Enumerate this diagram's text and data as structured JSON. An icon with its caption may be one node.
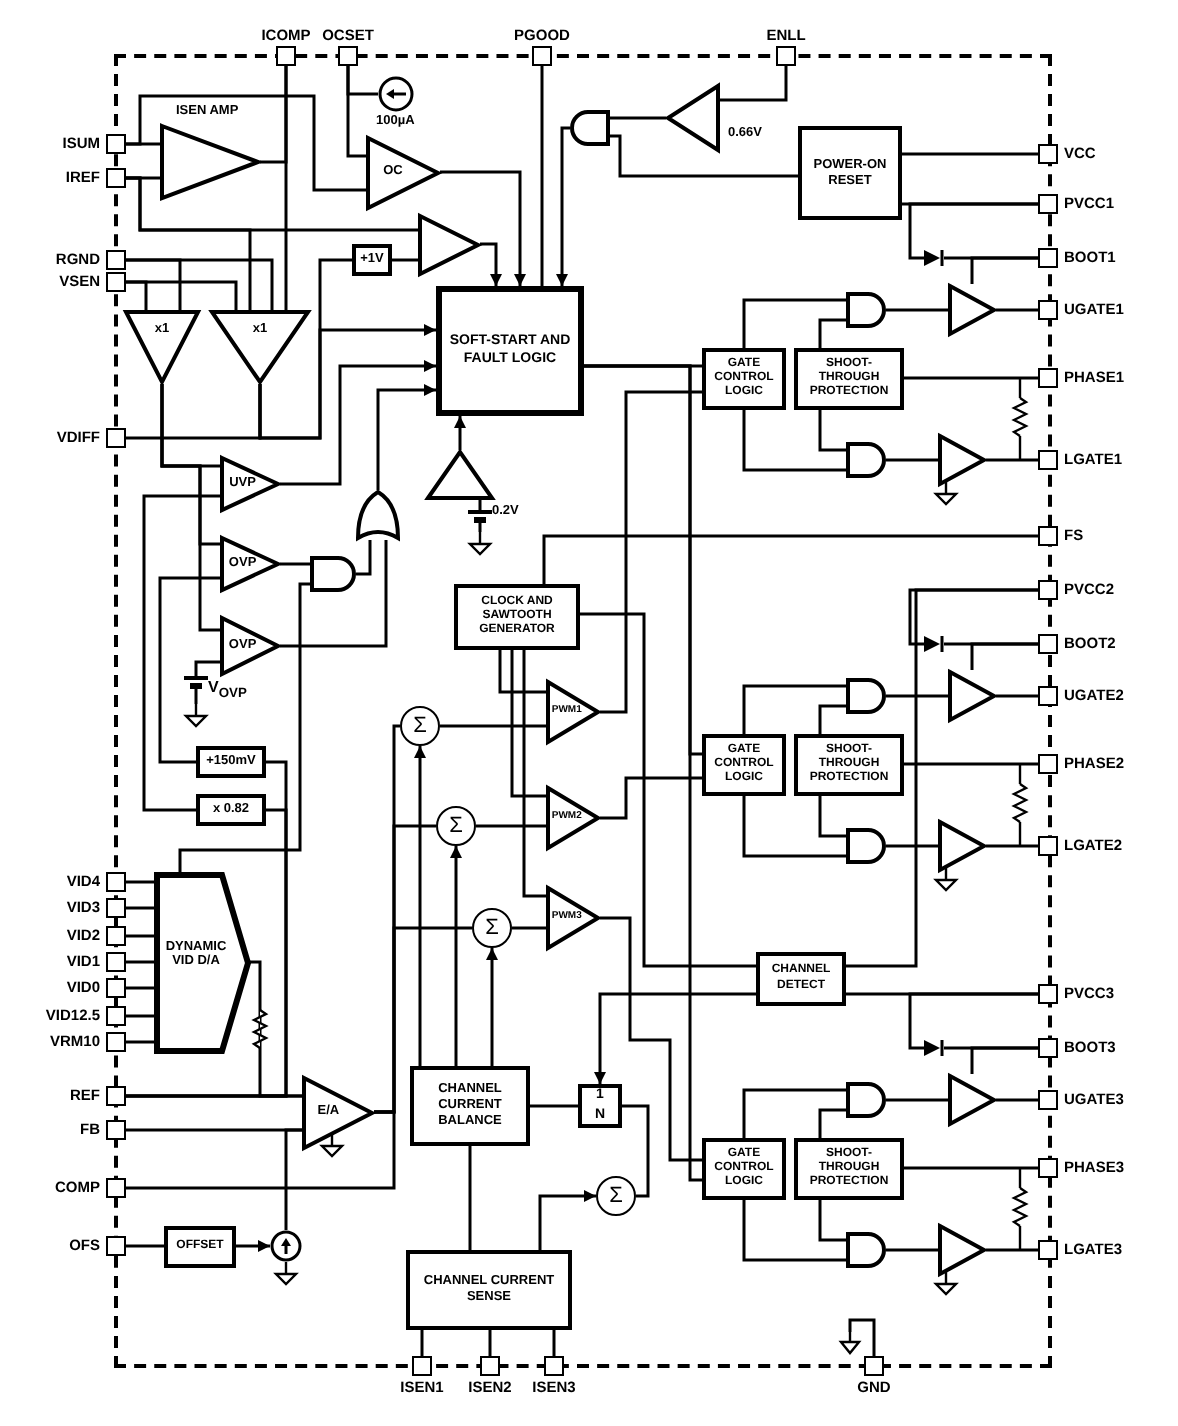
{
  "diagram": {
    "nodes": [
      {
        "text": [
          "ICOMP"
        ]
      },
      {
        "text": [
          "OCSET"
        ]
      },
      {
        "text": [
          "PGOOD"
        ]
      },
      {
        "text": [
          "ENLL"
        ]
      },
      {
        "text": [
          "ISUM"
        ]
      },
      {
        "text": [
          "IREF"
        ]
      },
      {
        "text": [
          "RGND"
        ]
      },
      {
        "text": [
          "VSEN"
        ]
      },
      {
        "text": [
          "VDIFF"
        ]
      },
      {
        "text": [
          "VID4"
        ]
      },
      {
        "text": [
          "VID3"
        ]
      },
      {
        "text": [
          "VID2"
        ]
      },
      {
        "text": [
          "VID1"
        ]
      },
      {
        "text": [
          "VID0"
        ]
      },
      {
        "text": [
          "VID12.5"
        ]
      },
      {
        "text": [
          "VRM10"
        ]
      },
      {
        "text": [
          "REF"
        ]
      },
      {
        "text": [
          "FB"
        ]
      },
      {
        "text": [
          "COMP"
        ]
      },
      {
        "text": [
          "OFS"
        ]
      },
      {
        "text": [
          "VCC"
        ]
      },
      {
        "text": [
          "PVCC1"
        ]
      },
      {
        "text": [
          "BOOT1"
        ]
      },
      {
        "text": [
          "UGATE1"
        ]
      },
      {
        "text": [
          "PHASE1"
        ]
      },
      {
        "text": [
          "LGATE1"
        ]
      },
      {
        "text": [
          "FS"
        ]
      },
      {
        "text": [
          "PVCC2"
        ]
      },
      {
        "text": [
          "BOOT2"
        ]
      },
      {
        "text": [
          "UGATE2"
        ]
      },
      {
        "text": [
          "PHASE2"
        ]
      },
      {
        "text": [
          "LGATE2"
        ]
      },
      {
        "text": [
          "PVCC3"
        ]
      },
      {
        "text": [
          "BOOT3"
        ]
      },
      {
        "text": [
          "UGATE3"
        ]
      },
      {
        "text": [
          "PHASE3"
        ]
      },
      {
        "text": [
          "LGATE3"
        ]
      },
      {
        "text": [
          "ISEN1"
        ]
      },
      {
        "text": [
          "ISEN2"
        ]
      },
      {
        "text": [
          "ISEN3"
        ]
      },
      {
        "text": [
          "GND"
        ]
      },
      {
        "text": [
          "ISEN AMP"
        ]
      },
      {
        "text": [],
        "shape": "circle",
        "beside": [
          "100µA"
        ]
      },
      {
        "text": [
          "OC"
        ]
      },
      {
        "text": [
          "+1V"
        ]
      },
      {
        "text": [],
        "shape": "triangle"
      },
      {
        "text": [
          "x1"
        ]
      },
      {
        "text": [
          "x1"
        ]
      },
      {
        "text": [
          "SOFT-START AND FAULT LOGIC"
        ]
      },
      {
        "text": [],
        "shape": "gate"
      },
      {
        "text": [],
        "shape": "triangle",
        "beside": [
          "0.66V"
        ]
      },
      {
        "text": [
          "POWER-ON RESET"
        ]
      },
      {
        "text": [
          "UVP"
        ]
      },
      {
        "text": [
          "OVP"
        ]
      },
      {
        "text": [
          "OVP"
        ]
      },
      {
        "text": [],
        "shape": "gate"
      },
      {
        "text": [],
        "shape": "gate"
      },
      {
        "text": [],
        "shape": "triangle",
        "beside": [
          "0.2V"
        ]
      },
      {
        "text": [
          "CLOCK AND SAWTOOTH GENERATOR"
        ]
      },
      {
        "text": [
          "Σ"
        ]
      },
      {
        "text": [
          "PWM1"
        ]
      },
      {
        "text": [
          "Σ"
        ]
      },
      {
        "text": [
          "PWM2"
        ]
      },
      {
        "text": [
          "Σ"
        ]
      },
      {
        "text": [
          "PWM3"
        ]
      },
      {
        "text": [
          "+150mV"
        ]
      },
      {
        "text": [
          "x 0.82"
        ]
      },
      {
        "text": [
          "DYNAMIC VID D/A"
        ]
      },
      {
        "text": [
          "E/A"
        ]
      },
      {
        "text": [
          "OFFSET"
        ]
      },
      {
        "text": [],
        "shape": "circle"
      },
      {
        "text": [
          "CHANNEL CURRENT BALANCE"
        ]
      },
      {
        "text": [
          "1",
          "N"
        ]
      },
      {
        "text": [
          "Σ"
        ]
      },
      {
        "text": [
          "CHANNEL CURRENT SENSE"
        ]
      },
      {
        "text": [
          "CHANNEL DETECT"
        ]
      },
      {
        "text": [
          "GATE CONTROL LOGIC"
        ]
      },
      {
        "text": [
          "SHOOT-THROUGH PROTECTION"
        ]
      },
      {
        "text": [],
        "shape": "gate"
      },
      {
        "text": [],
        "shape": "gate"
      },
      {
        "text": [],
        "shape": "triangle"
      },
      {
        "text": [],
        "shape": "triangle"
      },
      {
        "text": [
          "GATE CONTROL LOGIC"
        ]
      },
      {
        "text": [
          "SHOOT-THROUGH PROTECTION"
        ]
      },
      {
        "text": [],
        "shape": "gate"
      },
      {
        "text": [],
        "shape": "gate"
      },
      {
        "text": [],
        "shape": "triangle"
      },
      {
        "text": [],
        "shape": "triangle"
      },
      {
        "text": [
          "GATE CONTROL LOGIC"
        ]
      },
      {
        "text": [
          "SHOOT-THROUGH PROTECTION"
        ]
      },
      {
        "text": [],
        "shape": "gate"
      },
      {
        "text": [],
        "shape": "gate"
      },
      {
        "text": [],
        "shape": "triangle"
      },
      {
        "text": [],
        "shape": "triangle"
      },
      {
        "text": [],
        "shape": "diode"
      },
      {
        "text": [],
        "shape": "diode"
      },
      {
        "text": [],
        "shape": "diode"
      },
      {
        "text": [],
        "shape": "ground"
      }
    ],
    "edges": [
      {
        "from": 4,
        "to": 41,
        "arrow": "none"
      },
      {
        "from": 5,
        "to": 41,
        "arrow": "none"
      },
      {
        "from": 41,
        "to": 0,
        "arrow": "none"
      },
      {
        "from": 0,
        "to": 47,
        "arrow": "none"
      },
      {
        "from": 4,
        "to": 43,
        "arrow": "none"
      },
      {
        "from": 1,
        "to": 43,
        "arrow": "none"
      },
      {
        "from": 42,
        "to": 1,
        "arrow": "none"
      },
      {
        "from": 43,
        "to": 48,
        "arrow": "to"
      },
      {
        "from": 45,
        "to": 48,
        "arrow": "to"
      },
      {
        "from": 48,
        "to": 2,
        "arrow": "none"
      },
      {
        "from": 49,
        "to": 48,
        "arrow": "to"
      },
      {
        "from": 5,
        "to": 45,
        "arrow": "none"
      },
      {
        "from": 44,
        "to": 45,
        "arrow": "none"
      },
      {
        "from": 47,
        "to": 8,
        "arrow": "none"
      },
      {
        "from": 47,
        "to": 44,
        "arrow": "none"
      },
      {
        "from": 47,
        "to": 48,
        "arrow": "to"
      },
      {
        "from": 6,
        "to": 46,
        "arrow": "none"
      },
      {
        "from": 6,
        "to": 47,
        "arrow": "none"
      },
      {
        "from": 7,
        "to": 46,
        "arrow": "none"
      },
      {
        "from": 7,
        "to": 47,
        "arrow": "none"
      },
      {
        "from": 5,
        "to": 47,
        "arrow": "none"
      },
      {
        "from": 46,
        "to": 52,
        "arrow": "none"
      },
      {
        "from": 46,
        "to": 53,
        "arrow": "none"
      },
      {
        "from": 46,
        "to": 54,
        "arrow": "none"
      },
      {
        "from": 66,
        "to": 52,
        "arrow": "none"
      },
      {
        "from": 65,
        "to": 53,
        "arrow": "none"
      },
      {
        "from": 52,
        "to": 48,
        "arrow": "to"
      },
      {
        "from": 53,
        "to": 55,
        "arrow": "none"
      },
      {
        "from": 54,
        "to": 56,
        "arrow": "none"
      },
      {
        "from": 55,
        "to": 56,
        "arrow": "none"
      },
      {
        "from": 56,
        "to": 48,
        "arrow": "to"
      },
      {
        "from": 57,
        "to": 48,
        "arrow": "to"
      },
      {
        "from": 67,
        "to": 55,
        "arrow": "none"
      },
      {
        "from": 9,
        "to": 67,
        "arrow": "none"
      },
      {
        "from": 10,
        "to": 67,
        "arrow": "none"
      },
      {
        "from": 11,
        "to": 67,
        "arrow": "none"
      },
      {
        "from": 12,
        "to": 67,
        "arrow": "none"
      },
      {
        "from": 13,
        "to": 67,
        "arrow": "none"
      },
      {
        "from": 14,
        "to": 67,
        "arrow": "none"
      },
      {
        "from": 15,
        "to": 67,
        "arrow": "none"
      },
      {
        "from": 67,
        "to": 68,
        "arrow": "none"
      },
      {
        "from": 16,
        "to": 68,
        "arrow": "none"
      },
      {
        "from": 17,
        "to": 68,
        "arrow": "none"
      },
      {
        "from": 16,
        "to": 65,
        "arrow": "none"
      },
      {
        "from": 16,
        "to": 66,
        "arrow": "none"
      },
      {
        "from": 68,
        "to": 18,
        "arrow": "none"
      },
      {
        "from": 68,
        "to": 59,
        "arrow": "none"
      },
      {
        "from": 68,
        "to": 61,
        "arrow": "none"
      },
      {
        "from": 68,
        "to": 63,
        "arrow": "none"
      },
      {
        "from": 19,
        "to": 69,
        "arrow": "none"
      },
      {
        "from": 69,
        "to": 70,
        "arrow": "to"
      },
      {
        "from": 70,
        "to": 68,
        "arrow": "none"
      },
      {
        "from": 71,
        "to": 59,
        "arrow": "to"
      },
      {
        "from": 71,
        "to": 61,
        "arrow": "to"
      },
      {
        "from": 71,
        "to": 63,
        "arrow": "to"
      },
      {
        "from": 59,
        "to": 60,
        "arrow": "none"
      },
      {
        "from": 61,
        "to": 62,
        "arrow": "none"
      },
      {
        "from": 63,
        "to": 64,
        "arrow": "none"
      },
      {
        "from": 58,
        "to": 60,
        "arrow": "none"
      },
      {
        "from": 58,
        "to": 62,
        "arrow": "none"
      },
      {
        "from": 58,
        "to": 64,
        "arrow": "none"
      },
      {
        "from": 26,
        "to": 58,
        "arrow": "none"
      },
      {
        "from": 58,
        "to": 75,
        "arrow": "none"
      },
      {
        "from": 60,
        "to": 76,
        "arrow": "none"
      },
      {
        "from": 62,
        "to": 82,
        "arrow": "none"
      },
      {
        "from": 64,
        "to": 88,
        "arrow": "none"
      },
      {
        "from": 48,
        "to": 76,
        "arrow": "none"
      },
      {
        "from": 48,
        "to": 82,
        "arrow": "none"
      },
      {
        "from": 48,
        "to": 88,
        "arrow": "none"
      },
      {
        "from": 75,
        "to": 72,
        "arrow": "to"
      },
      {
        "from": 27,
        "to": 75,
        "arrow": "none"
      },
      {
        "from": 32,
        "to": 75,
        "arrow": "none"
      },
      {
        "from": 71,
        "to": 72,
        "arrow": "none"
      },
      {
        "from": 72,
        "to": 73,
        "arrow": "none"
      },
      {
        "from": 74,
        "to": 73,
        "arrow": "to"
      },
      {
        "from": 74,
        "to": 71,
        "arrow": "none"
      },
      {
        "from": 37,
        "to": 74,
        "arrow": "none"
      },
      {
        "from": 38,
        "to": 74,
        "arrow": "none"
      },
      {
        "from": 39,
        "to": 74,
        "arrow": "none"
      },
      {
        "from": 20,
        "to": 51,
        "arrow": "none"
      },
      {
        "from": 51,
        "to": 21,
        "arrow": "none"
      },
      {
        "from": 3,
        "to": 50,
        "arrow": "none"
      },
      {
        "from": 50,
        "to": 49,
        "arrow": "none"
      },
      {
        "from": 51,
        "to": 49,
        "arrow": "none"
      },
      {
        "from": 76,
        "to": 78,
        "arrow": "none"
      },
      {
        "from": 77,
        "to": 78,
        "arrow": "none"
      },
      {
        "from": 76,
        "to": 79,
        "arrow": "none"
      },
      {
        "from": 77,
        "to": 79,
        "arrow": "none"
      },
      {
        "from": 78,
        "to": 80,
        "arrow": "none"
      },
      {
        "from": 79,
        "to": 81,
        "arrow": "none"
      },
      {
        "from": 80,
        "to": 23,
        "arrow": "none"
      },
      {
        "from": 81,
        "to": 25,
        "arrow": "none"
      },
      {
        "from": 77,
        "to": 24,
        "arrow": "none"
      },
      {
        "from": 22,
        "to": 80,
        "arrow": "none"
      },
      {
        "from": 82,
        "to": 84,
        "arrow": "none"
      },
      {
        "from": 83,
        "to": 84,
        "arrow": "none"
      },
      {
        "from": 82,
        "to": 85,
        "arrow": "none"
      },
      {
        "from": 83,
        "to": 85,
        "arrow": "none"
      },
      {
        "from": 84,
        "to": 86,
        "arrow": "none"
      },
      {
        "from": 85,
        "to": 87,
        "arrow": "none"
      },
      {
        "from": 86,
        "to": 29,
        "arrow": "none"
      },
      {
        "from": 87,
        "to": 31,
        "arrow": "none"
      },
      {
        "from": 83,
        "to": 30,
        "arrow": "none"
      },
      {
        "from": 28,
        "to": 86,
        "arrow": "none"
      },
      {
        "from": 88,
        "to": 90,
        "arrow": "none"
      },
      {
        "from": 89,
        "to": 90,
        "arrow": "none"
      },
      {
        "from": 88,
        "to": 91,
        "arrow": "none"
      },
      {
        "from": 89,
        "to": 91,
        "arrow": "none"
      },
      {
        "from": 90,
        "to": 92,
        "arrow": "none"
      },
      {
        "from": 91,
        "to": 93,
        "arrow": "none"
      },
      {
        "from": 92,
        "to": 34,
        "arrow": "none"
      },
      {
        "from": 93,
        "to": 36,
        "arrow": "none"
      },
      {
        "from": 89,
        "to": 35,
        "arrow": "none"
      },
      {
        "from": 33,
        "to": 92,
        "arrow": "none"
      },
      {
        "from": 21,
        "to": 94,
        "arrow": "none"
      },
      {
        "from": 94,
        "to": 22,
        "arrow": "none"
      },
      {
        "from": 27,
        "to": 95,
        "arrow": "none"
      },
      {
        "from": 95,
        "to": 28,
        "arrow": "none"
      },
      {
        "from": 32,
        "to": 96,
        "arrow": "none"
      },
      {
        "from": 96,
        "to": 33,
        "arrow": "none"
      },
      {
        "from": 40,
        "to": 97,
        "arrow": "none"
      }
    ],
    "labels": [
      "V$_{OVP}$"
    ]
  }
}
